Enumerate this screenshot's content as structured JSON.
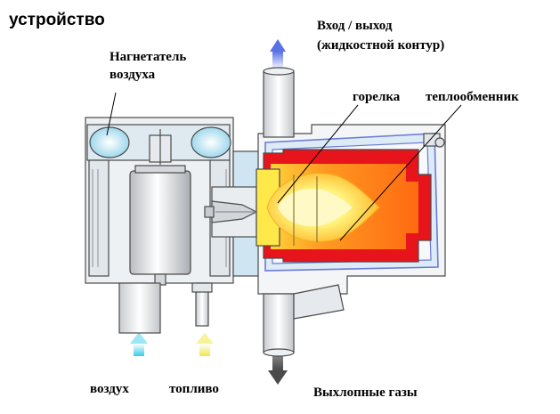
{
  "title": "устройство",
  "labels": {
    "blower_line1": "Нагнетатель",
    "blower_line2": "воздуха",
    "io_line1": "Вход / выход",
    "io_line2": "(жидкостной контур)",
    "burner": "горелка",
    "exchanger": "теплообменник",
    "air": "воздух",
    "fuel": "топливо",
    "exhaust": "Выхлопные газы"
  },
  "colors": {
    "outline": "#4a4a4a",
    "body": "#f3f5f7",
    "coolant": "#cfe6f2",
    "coolant_line": "#6c7ad6",
    "hot_red": "#e8141c",
    "hot_orange": "#ff8a1e",
    "flame_yellow": "#ffe84a",
    "arrow_out": "#6c84ee",
    "arrow_air": "#5ed6f0",
    "arrow_fuel": "#f3ee70",
    "arrow_exhaust": "#6e6e6e"
  },
  "icons": [
    "arrow-up-icon",
    "arrow-down-icon"
  ]
}
